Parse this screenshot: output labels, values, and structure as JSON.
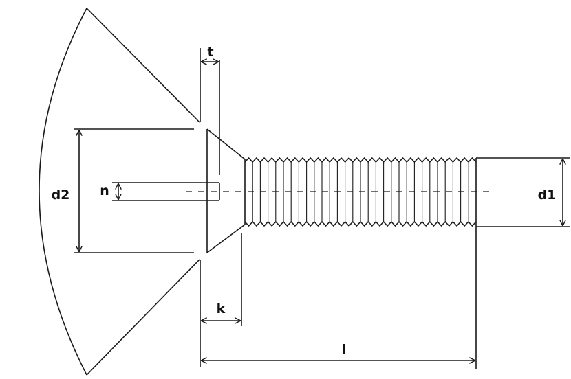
{
  "labels": {
    "t": "t",
    "d2": "d2",
    "n": "n",
    "d1": "d1",
    "k": "k",
    "l": "l"
  },
  "colors": {
    "line": "#1a1a1a",
    "background": "#ffffff"
  }
}
